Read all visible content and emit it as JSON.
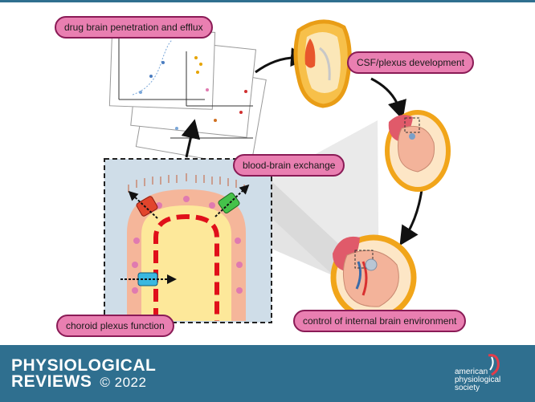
{
  "labels": {
    "drug": "drug brain penetration and efflux",
    "csf": "CSF/plexus development",
    "bbe": "blood-brain exchange",
    "choroid": "choroid plexus function",
    "control": "control of internal brain environment"
  },
  "footer": {
    "journal_line1": "PHYSIOLOGICAL",
    "journal_line2": "REVIEWS",
    "copyright": "© 2022",
    "society_line1": "american",
    "society_line2": "physiological",
    "society_line3": "society"
  },
  "colors": {
    "pill_fill": "#e97fb1",
    "pill_border": "#8a1b56",
    "footer_bg": "#2f6f8f",
    "barrier_red": "#e0101a",
    "embryo_orange": "#f4b120"
  },
  "icons": [
    "arrow-icon",
    "embryo-icon",
    "plexus-tissue-icon",
    "transporter-icon",
    "aps-logo-icon"
  ]
}
